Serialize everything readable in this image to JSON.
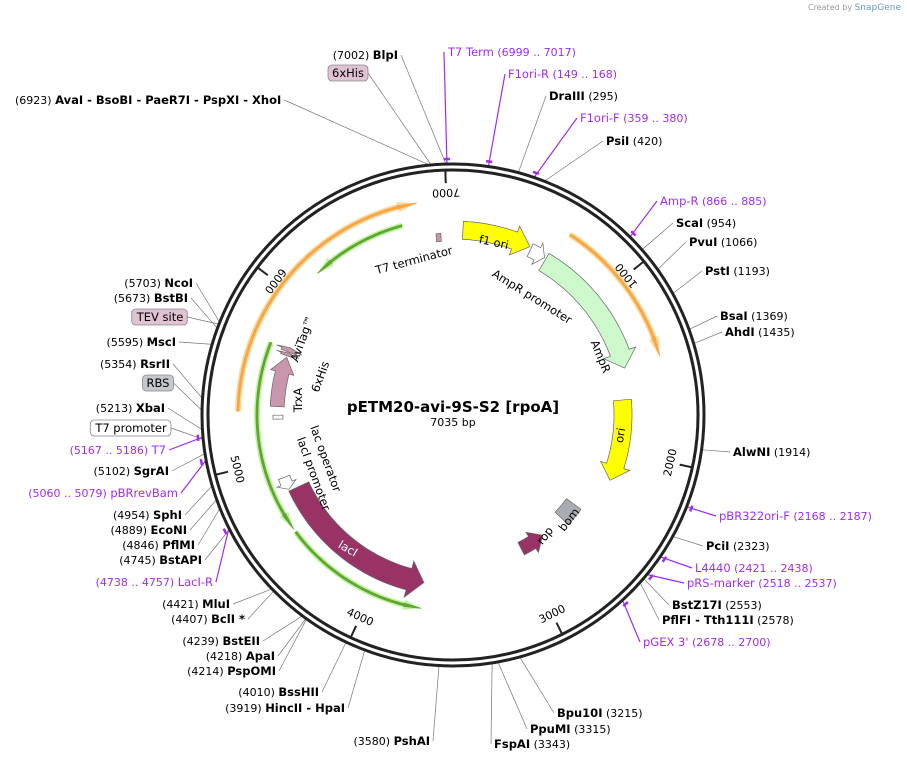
{
  "watermark": {
    "prefix": "Created by",
    "brand": "SnapGene"
  },
  "plasmid": {
    "name": "pETM20-avi-9S-S2 [rpoA]",
    "length_label": "7035 bp",
    "length": 7035
  },
  "ticks": [
    "1000",
    "2000",
    "3000",
    "4000",
    "5000",
    "6000",
    "7000"
  ],
  "colors": {
    "backbone": "#222222",
    "primer": "#a12cf0",
    "orange_arc": "#f9a640",
    "green_arc": "#5da82e"
  },
  "features": [
    {
      "name": "f1 ori",
      "start": 60,
      "end": 480,
      "dir": 1,
      "color": "#ffff00",
      "show": "inside"
    },
    {
      "name": "AmpR promoter",
      "start": 490,
      "end": 590,
      "dir": 1,
      "color": "#ffffff"
    },
    {
      "name": "AmpR",
      "start": 600,
      "end": 1460,
      "dir": 1,
      "color": "#ccf8cc"
    },
    {
      "name": "ori",
      "start": 1660,
      "end": 2200,
      "dir": 1,
      "color": "#ffff00",
      "show": "inside"
    },
    {
      "name": "bom",
      "start": 2470,
      "end": 2610,
      "dir": 0,
      "color": "#a8adb4"
    },
    {
      "name": "rop",
      "start": 2800,
      "end": 2990,
      "dir": -1,
      "color": "#993366"
    },
    {
      "name": "lacI",
      "start": 3710,
      "end": 4790,
      "dir": -1,
      "color": "#993366",
      "show": "inside"
    },
    {
      "name": "lacI promoter",
      "start": 4800,
      "end": 4880,
      "dir": -1,
      "color": "#ffffff"
    },
    {
      "name": "lac operator",
      "start": 5250,
      "end": 5275,
      "dir": 0,
      "color": "#ffffff"
    },
    {
      "name": "TrxA",
      "start": 5330,
      "end": 5650,
      "dir": 1,
      "color": "#c896ad"
    },
    {
      "name": "6xHis",
      "start": 5660,
      "end": 5680,
      "dir": 1,
      "color": "#c896ad"
    },
    {
      "name": "AviTag™",
      "start": 5685,
      "end": 5715,
      "dir": 1,
      "color": "#c896ad"
    },
    {
      "name": "T7 terminator",
      "start": 6930,
      "end": 6960,
      "dir": 0,
      "color": "#c896ad"
    }
  ],
  "labels": [
    {
      "kind": "enzyme",
      "name": "BlpI",
      "pos": "7002"
    },
    {
      "kind": "box",
      "name": "6xHis",
      "color": "#e0c2d2"
    },
    {
      "kind": "enzyme",
      "name": "AvaI  - BsoBI  - PaeR7I  - PspXI  - XhoI",
      "pos": "6923"
    },
    {
      "kind": "enzyme",
      "name": "NcoI",
      "pos": "5703"
    },
    {
      "kind": "enzyme",
      "name": "BstBI",
      "pos": "5673"
    },
    {
      "kind": "box",
      "name": "TEV site",
      "color": "#e0c2d2"
    },
    {
      "kind": "enzyme",
      "name": "MscI",
      "pos": "5595"
    },
    {
      "kind": "enzyme",
      "name": "RsrII",
      "pos": "5354"
    },
    {
      "kind": "box",
      "name": "RBS",
      "color": "#c4c8cd"
    },
    {
      "kind": "enzyme",
      "name": "XbaI",
      "pos": "5213"
    },
    {
      "kind": "box",
      "name": "T7 promoter",
      "color": "#ffffff"
    },
    {
      "kind": "primer",
      "name": "T7",
      "pos": "5167 .. 5186"
    },
    {
      "kind": "enzyme",
      "name": "SgrAI",
      "pos": "5102"
    },
    {
      "kind": "primer",
      "name": "pBRrevBam",
      "pos": "5060 .. 5079"
    },
    {
      "kind": "enzyme",
      "name": "SphI",
      "pos": "4954"
    },
    {
      "kind": "enzyme",
      "name": "EcoNI",
      "pos": "4889"
    },
    {
      "kind": "enzyme",
      "name": "PflMI",
      "pos": "4846"
    },
    {
      "kind": "enzyme",
      "name": "BstAPI",
      "pos": "4745"
    },
    {
      "kind": "primer",
      "name": "LacI-R",
      "pos": "4738 .. 4757"
    },
    {
      "kind": "enzyme",
      "name": "MluI",
      "pos": "4421"
    },
    {
      "kind": "enzyme",
      "name": "BclI *",
      "pos": "4407"
    },
    {
      "kind": "enzyme",
      "name": "BstEII",
      "pos": "4239"
    },
    {
      "kind": "enzyme",
      "name": "ApaI",
      "pos": "4218"
    },
    {
      "kind": "enzyme",
      "name": "PspOMI",
      "pos": "4214"
    },
    {
      "kind": "enzyme",
      "name": "BssHII",
      "pos": "4010"
    },
    {
      "kind": "enzyme",
      "name": "HincII  - HpaI",
      "pos": "3919"
    },
    {
      "kind": "enzyme",
      "name": "PshAI",
      "pos": "3580"
    },
    {
      "kind": "primer",
      "name": "T7 Term",
      "pos": "6999 .. 7017"
    },
    {
      "kind": "primer",
      "name": "F1ori-R",
      "pos": "149 .. 168"
    },
    {
      "kind": "enzyme",
      "name": "DraIII",
      "pos": "295"
    },
    {
      "kind": "primer",
      "name": "F1ori-F",
      "pos": "359 .. 380"
    },
    {
      "kind": "enzyme",
      "name": "PsiI",
      "pos": "420"
    },
    {
      "kind": "primer",
      "name": "Amp-R",
      "pos": "866 .. 885"
    },
    {
      "kind": "enzyme",
      "name": "ScaI",
      "pos": "954"
    },
    {
      "kind": "enzyme",
      "name": "PvuI",
      "pos": "1066"
    },
    {
      "kind": "enzyme",
      "name": "PstI",
      "pos": "1193"
    },
    {
      "kind": "enzyme",
      "name": "BsaI",
      "pos": "1369"
    },
    {
      "kind": "enzyme",
      "name": "AhdI",
      "pos": "1435"
    },
    {
      "kind": "enzyme",
      "name": "AlwNI",
      "pos": "1914"
    },
    {
      "kind": "primer",
      "name": "pBR322ori-F",
      "pos": "2168 .. 2187"
    },
    {
      "kind": "enzyme",
      "name": "PciI",
      "pos": "2323"
    },
    {
      "kind": "primer",
      "name": "L4440",
      "pos": "2421 .. 2438"
    },
    {
      "kind": "primer",
      "name": "pRS-marker",
      "pos": "2518 .. 2537"
    },
    {
      "kind": "enzyme",
      "name": "BstZ17I",
      "pos": "2553"
    },
    {
      "kind": "enzyme",
      "name": "PflFI  - Tth111I",
      "pos": "2578"
    },
    {
      "kind": "primer",
      "name": "pGEX 3'",
      "pos": "2678 .. 2700"
    },
    {
      "kind": "enzyme",
      "name": "Bpu10I",
      "pos": "3215"
    },
    {
      "kind": "enzyme",
      "name": "PpuMI",
      "pos": "3315"
    },
    {
      "kind": "enzyme",
      "name": "FspAI",
      "pos": "3343"
    }
  ]
}
